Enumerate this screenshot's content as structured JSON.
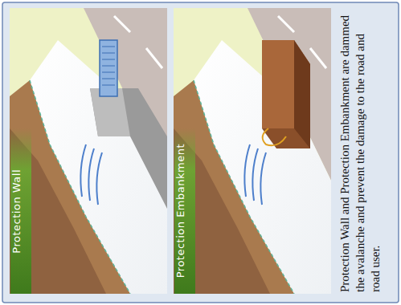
{
  "diagram": {
    "caption": "Protection Wall and Protection Embankment are dammed the avalanche and prevent the damage to the road and road user.",
    "nodes": [
      {
        "text": [
          "Protection Wall"
        ]
      },
      {
        "text": [
          "Protection Embankment"
        ]
      }
    ]
  }
}
